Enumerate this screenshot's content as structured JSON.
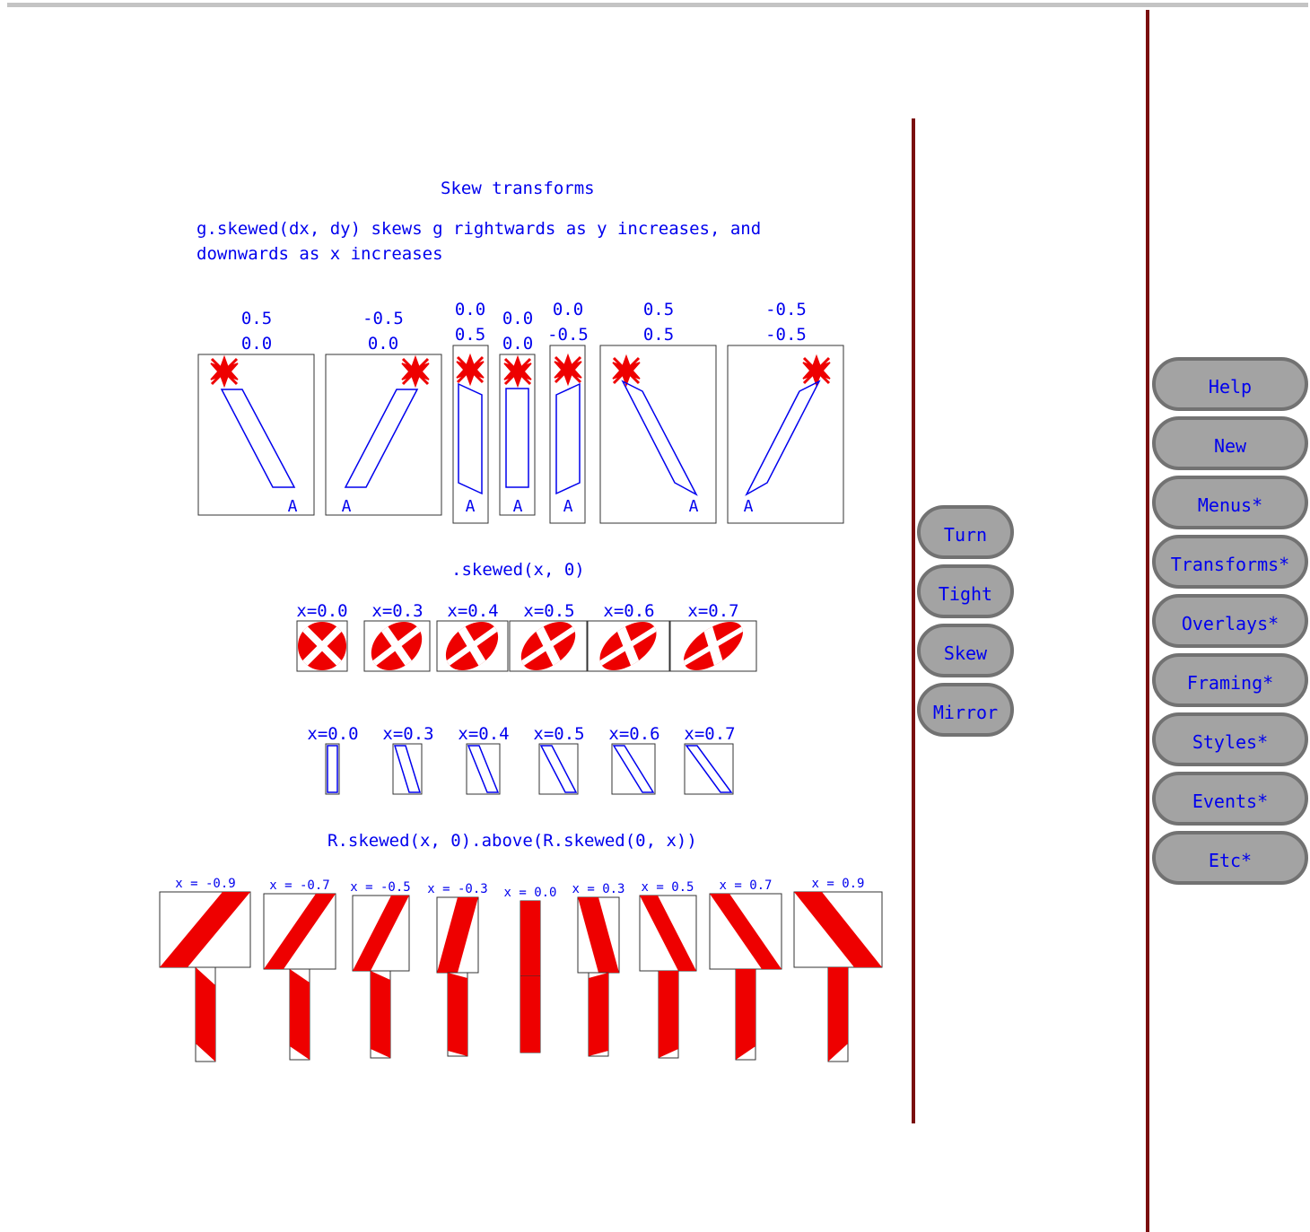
{
  "page": {
    "title": "Skew transforms",
    "description_line1": "g.skewed(dx, dy) skews g rightwards as y increases, and",
    "description_line2": "downwards as x increases",
    "caption_skewed_x0": ".skewed(x, 0)",
    "caption_above": "R.skewed(x, 0).above(R.skewed(0, x))"
  },
  "examples_row1": [
    {
      "dx": "0.5",
      "dy": "0.0",
      "glyph": "A"
    },
    {
      "dx": "-0.5",
      "dy": "0.0",
      "glyph": "A"
    },
    {
      "dx": "0.0",
      "dy": "0.5",
      "glyph": "A"
    },
    {
      "dx": "0.0",
      "dy": "0.0",
      "glyph": "A"
    },
    {
      "dx": "0.0",
      "dy": "-0.5",
      "glyph": "A"
    },
    {
      "dx": "0.5",
      "dy": "0.5",
      "glyph": "A"
    },
    {
      "dx": "-0.5",
      "dy": "-0.5",
      "glyph": "A"
    }
  ],
  "examples_row2_labels": [
    "x=0.0",
    "x=0.3",
    "x=0.4",
    "x=0.5",
    "x=0.6",
    "x=0.7"
  ],
  "examples_row3_labels": [
    "x=0.0",
    "x=0.3",
    "x=0.4",
    "x=0.5",
    "x=0.6",
    "x=0.7"
  ],
  "examples_row4_labels": [
    "x = -0.9",
    "x = -0.7",
    "x = -0.5",
    "x = -0.3",
    "x = 0.0",
    "x = 0.3",
    "x = 0.5",
    "x = 0.7",
    "x = 0.9"
  ],
  "buttons_middle": [
    "Turn",
    "Tight",
    "Skew",
    "Mirror"
  ],
  "buttons_right": [
    "Help",
    "New",
    "Menus*",
    "Transforms*",
    "Overlays*",
    "Framing*",
    "Styles*",
    "Events*",
    "Etc*"
  ],
  "colors": {
    "accent": "#0000ee",
    "shape_fill": "#ee0000",
    "divider": "#7a0f0f",
    "button_bg": "#a3a3a3",
    "button_border": "#727272"
  }
}
